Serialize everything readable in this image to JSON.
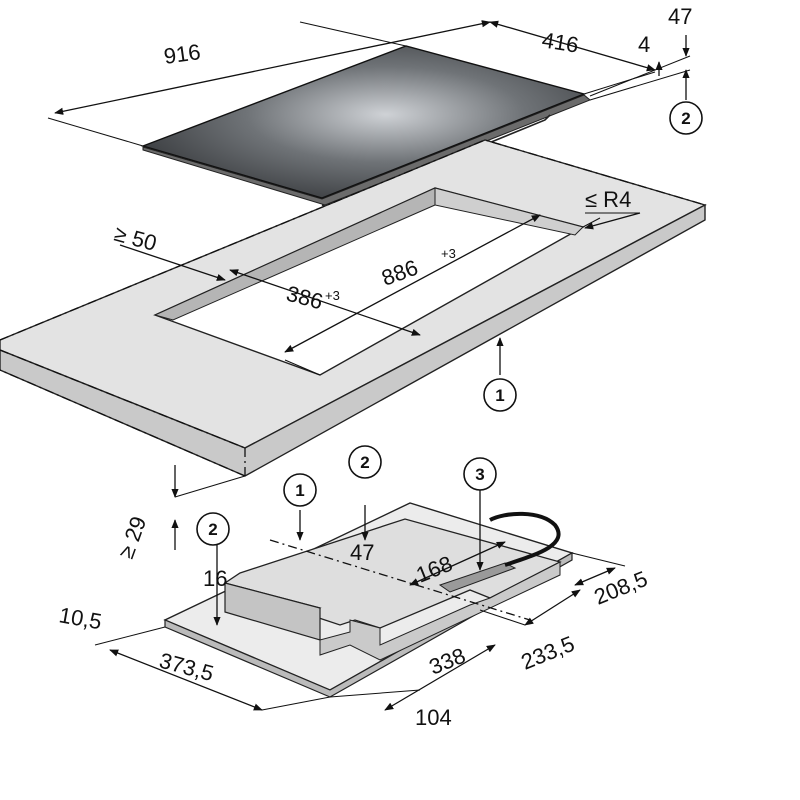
{
  "hob": {
    "width": "916",
    "depth": "416",
    "glass_thickness": "4",
    "total_height": "47",
    "callout": "2"
  },
  "worktop": {
    "min_edge_distance": "≥ 50",
    "corner_radius": "≤ R4",
    "cutout_depth": "386",
    "cutout_depth_tol": "+3",
    "cutout_width": "886",
    "cutout_width_tol": "+3",
    "min_thickness": "≥ 29",
    "callout": "1"
  },
  "underside": {
    "callout_worktop": "1",
    "callout_hob": "2",
    "callout_hob_left": "2",
    "callout_cable": "3",
    "height_47": "47",
    "height_16": "16",
    "dim_168": "168",
    "dim_208_5": "208,5",
    "dim_233_5": "233,5",
    "dim_338": "338",
    "dim_104": "104",
    "dim_373_5": "373,5",
    "dim_10_5": "10,5"
  },
  "colors": {
    "glass_light": "#d6d8db",
    "glass_dark": "#2c2e31",
    "worktop_top": "#e3e3e3",
    "worktop_edge": "#b8b8b8",
    "box_top": "#e0e0e0",
    "box_side": "#c4c4c4"
  }
}
